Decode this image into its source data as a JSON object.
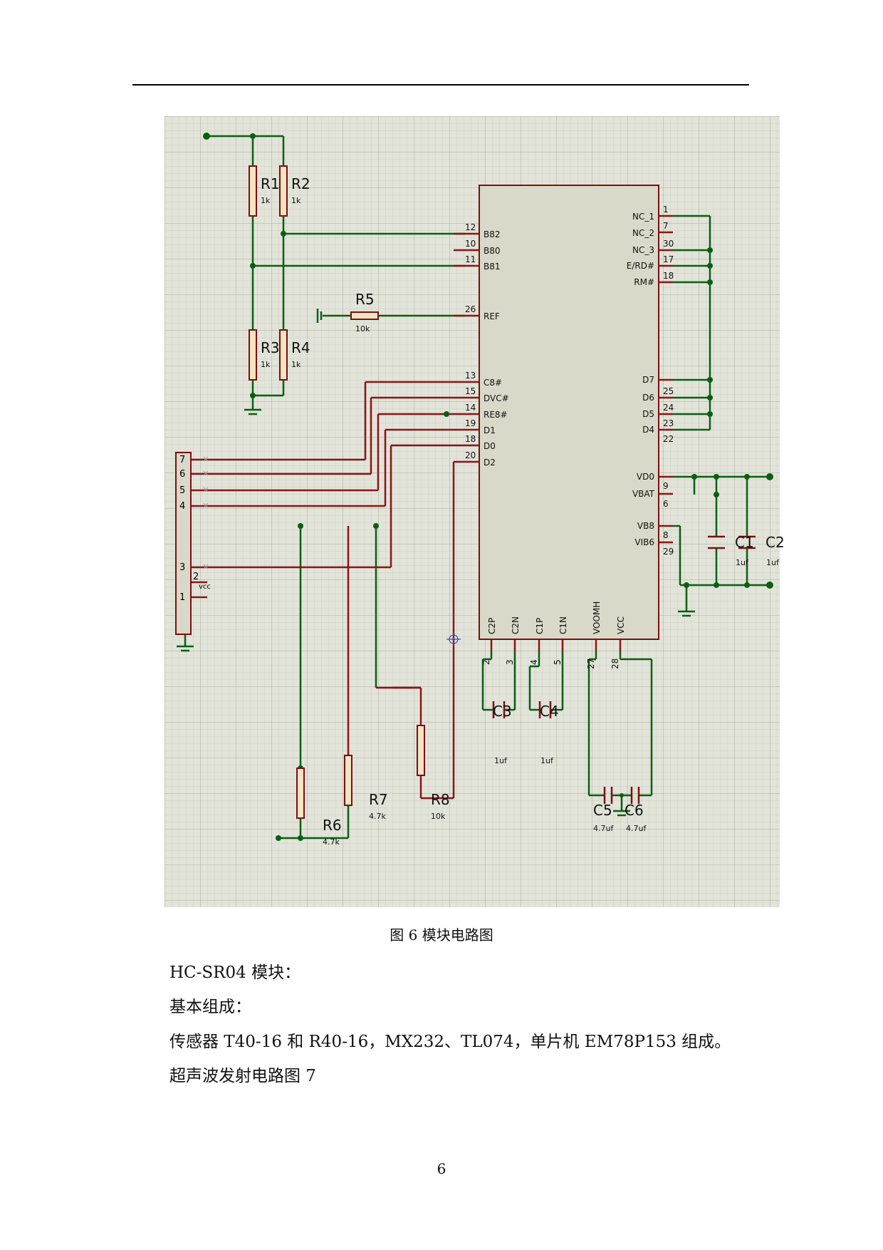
{
  "figure": {
    "caption": "图 6  模块电路图",
    "schematic": {
      "resistors": [
        {
          "ref": "R1",
          "value": "1k"
        },
        {
          "ref": "R2",
          "value": "1k"
        },
        {
          "ref": "R3",
          "value": "1k"
        },
        {
          "ref": "R4",
          "value": "1k"
        },
        {
          "ref": "R5",
          "value": "10k"
        },
        {
          "ref": "R6",
          "value": "4.7k"
        },
        {
          "ref": "R7",
          "value": "4.7k"
        },
        {
          "ref": "R8",
          "value": "10k"
        }
      ],
      "capacitors": [
        {
          "ref": "C1",
          "value": "1uf"
        },
        {
          "ref": "C2",
          "value": "1uf"
        },
        {
          "ref": "C3",
          "value": "1uf"
        },
        {
          "ref": "C4",
          "value": "1uf"
        },
        {
          "ref": "C5",
          "value": "4.7uf"
        },
        {
          "ref": "C6",
          "value": "4.7uf"
        }
      ],
      "ic_left_pins": [
        {
          "num": "12",
          "name": "B82"
        },
        {
          "num": "10",
          "name": "B80"
        },
        {
          "num": "11",
          "name": "B81"
        },
        {
          "num": "26",
          "name": "REF"
        },
        {
          "num": "13",
          "name": "C8#"
        },
        {
          "num": "15",
          "name": "DVC#"
        },
        {
          "num": "14",
          "name": "RE8#"
        },
        {
          "num": "19",
          "name": "D1"
        },
        {
          "num": "18",
          "name": "D0"
        },
        {
          "num": "20",
          "name": "D2"
        }
      ],
      "ic_right_pins": [
        {
          "num": "1",
          "name": "NC_1"
        },
        {
          "num": "7",
          "name": "NC_2"
        },
        {
          "num": "30",
          "name": "NC_3"
        },
        {
          "num": "17",
          "name": "E/RD#"
        },
        {
          "num": "18",
          "name": "RM#"
        },
        {
          "num": "25",
          "name": "D7"
        },
        {
          "num": "24",
          "name": "D6"
        },
        {
          "num": "23",
          "name": "D5"
        },
        {
          "num": "22",
          "name": "D4"
        },
        {
          "num": "9",
          "name": "VD0"
        },
        {
          "num": "6",
          "name": "VBAT"
        },
        {
          "num": "8",
          "name": "VB8"
        },
        {
          "num": "29",
          "name": "VIB6"
        }
      ],
      "ic_bottom_pins": [
        {
          "num": "2",
          "name": "C2P"
        },
        {
          "num": "3",
          "name": "C2N"
        },
        {
          "num": "4",
          "name": "C1P"
        },
        {
          "num": "5",
          "name": "C1N"
        },
        {
          "num": "27",
          "name": "VOOMH"
        },
        {
          "num": "28",
          "name": "VCC"
        }
      ],
      "connector_pins": [
        "7",
        "6",
        "5",
        "4",
        "3",
        "2",
        "1"
      ],
      "connector_vcc": "vcc"
    }
  },
  "body": {
    "line1": "HC-SR04 模块：",
    "line2": "基本组成：",
    "line3": "传感器 T40-16 和 R40-16，MX232、TL074，单片机 EM78P153 组成。",
    "line4": "超声波发射电路图 7"
  },
  "page_number": "6",
  "colors": {
    "grid_bg": "#e2e4d9",
    "grid_line": "#b9bcb0",
    "wire_green": "#0b5e12",
    "wire_red": "#8a1418",
    "ic_fill": "#d8d9c8"
  }
}
